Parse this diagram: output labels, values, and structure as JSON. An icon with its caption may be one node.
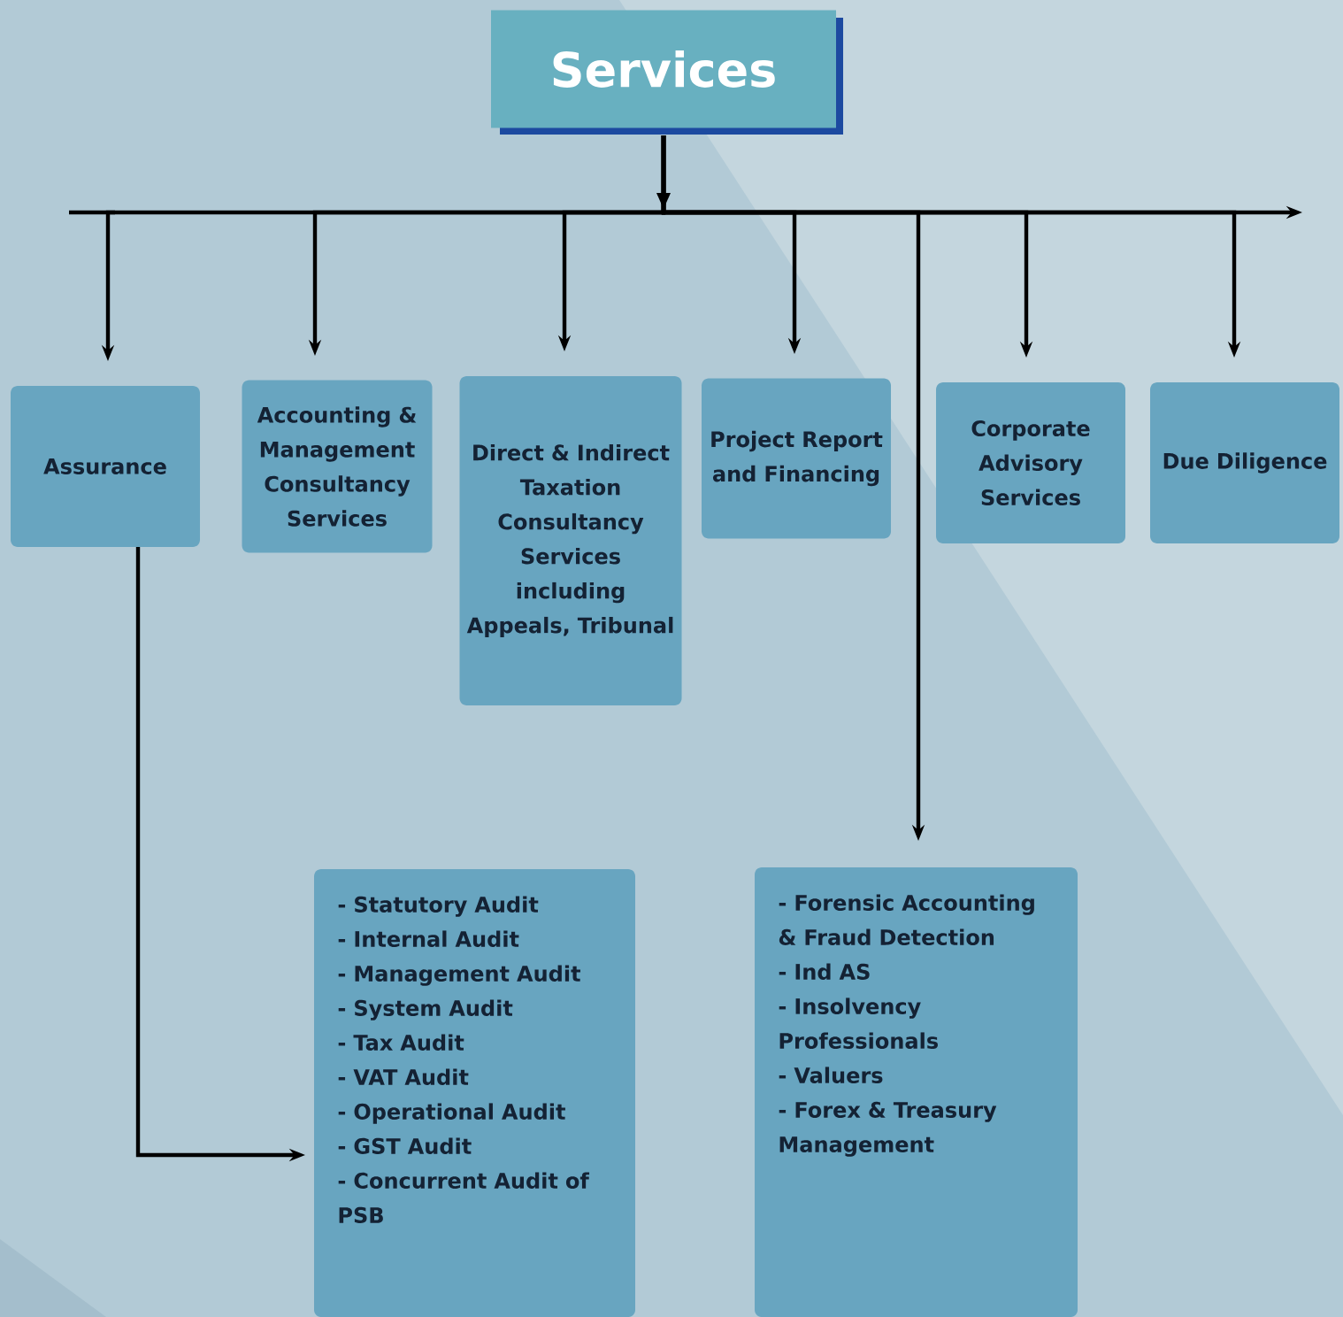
{
  "diagram": {
    "nodes": [
      {
        "text": [
          "Services"
        ]
      },
      {
        "text": [
          "Assurance"
        ]
      },
      {
        "text": [
          "Accounting & Management Consultancy Services"
        ]
      },
      {
        "text": [
          "Direct & Indirect Taxation Consultancy Services including Appeals, Tribunal"
        ]
      },
      {
        "text": [
          "Project Report and Financing"
        ]
      },
      {
        "text": [
          "Corporate Advisory Services"
        ]
      },
      {
        "text": [
          "Due Diligence"
        ]
      },
      {
        "text": [
          "- Statutory Audit",
          "- Internal Audit",
          "- Management Audit",
          "- System Audit",
          "- Tax Audit",
          "- VAT Audit",
          "- Operational Audit",
          "- GST Audit",
          "- Concurrent Audit of PSB"
        ]
      },
      {
        "text": [
          "- Forensic Accounting & Fraud Detection",
          "- Ind AS",
          "- Insolvency Professionals",
          "- Valuers",
          "- Forex & Treasury Management"
        ]
      }
    ],
    "edges": [
      {
        "from": 0,
        "to": 1,
        "arrow": "to"
      },
      {
        "from": 0,
        "to": 2,
        "arrow": "to"
      },
      {
        "from": 0,
        "to": 3,
        "arrow": "to"
      },
      {
        "from": 0,
        "to": 4,
        "arrow": "to"
      },
      {
        "from": 0,
        "to": 5,
        "arrow": "to"
      },
      {
        "from": 0,
        "to": 6,
        "arrow": "to"
      },
      {
        "from": 0,
        "to": 8,
        "arrow": "to"
      },
      {
        "from": 1,
        "to": 7,
        "arrow": "to"
      },
      {
        "from": 0,
        "to": null,
        "arrow": "to"
      }
    ]
  }
}
